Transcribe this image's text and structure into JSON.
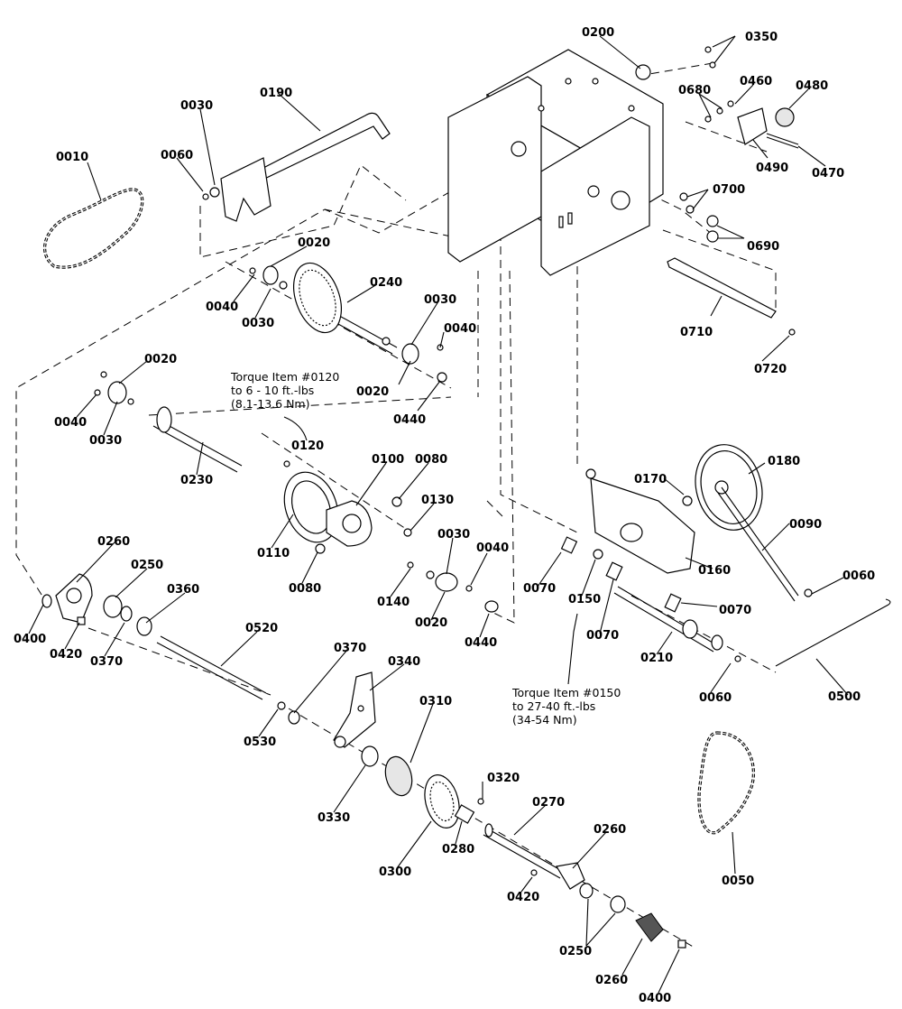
{
  "labels": [
    "0010",
    "0020",
    "0020",
    "0020",
    "0020",
    "0030",
    "0030",
    "0030",
    "0030",
    "0030",
    "0040",
    "0040",
    "0040",
    "0040",
    "0050",
    "0060",
    "0060",
    "0060",
    "0070",
    "0070",
    "0070",
    "0080",
    "0080",
    "0090",
    "0100",
    "0110",
    "0120",
    "0130",
    "0140",
    "0150",
    "0160",
    "0170",
    "0180",
    "0190",
    "0200",
    "0210",
    "0230",
    "0240",
    "0250",
    "0250",
    "0260",
    "0260",
    "0260",
    "0270",
    "0280",
    "0300",
    "0310",
    "0320",
    "0330",
    "0340",
    "0350",
    "0360",
    "0370",
    "0370",
    "0400",
    "0400",
    "0420",
    "0420",
    "0440",
    "0440",
    "0460",
    "0470",
    "0480",
    "0490",
    "0500",
    "0520",
    "0530",
    "0680",
    "0690",
    "0700",
    "0710",
    "0720"
  ],
  "torque_notes": {
    "item_0120": [
      "Torque Item #0120",
      "to 6 - 10 ft.-lbs",
      "(8.1-13.6 Nm)"
    ],
    "item_0150": [
      "Torque Item #0150",
      "to 27-40 ft.-lbs",
      "(34-54 Nm)"
    ]
  }
}
